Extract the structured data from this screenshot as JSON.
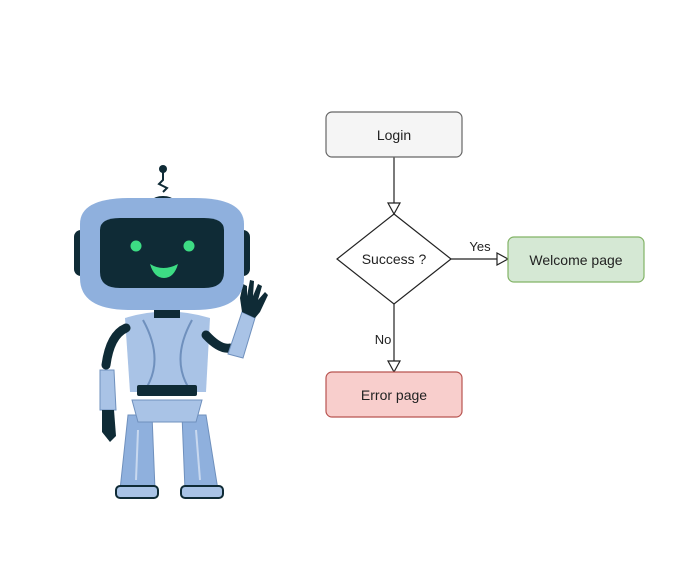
{
  "diagram": {
    "nodes": {
      "login": {
        "label": "Login",
        "fill": "#f5f5f5",
        "stroke": "#666666"
      },
      "success": {
        "label": "Success ?",
        "fill": "#ffffff",
        "stroke": "#222222"
      },
      "welcome": {
        "label": "Welcome page",
        "fill": "#d5e8d4",
        "stroke": "#82b366"
      },
      "error": {
        "label": "Error page",
        "fill": "#f8cecc",
        "stroke": "#b85450"
      }
    },
    "edges": [
      {
        "from": "login",
        "to": "success",
        "label": ""
      },
      {
        "from": "success",
        "to": "welcome",
        "label": "Yes"
      },
      {
        "from": "success",
        "to": "error",
        "label": "No"
      }
    ]
  },
  "robot": {
    "icon": "waving-robot-icon",
    "body_color": "#8fb0dd",
    "dark_color": "#0f2b36",
    "eye_color": "#3ddc84"
  }
}
